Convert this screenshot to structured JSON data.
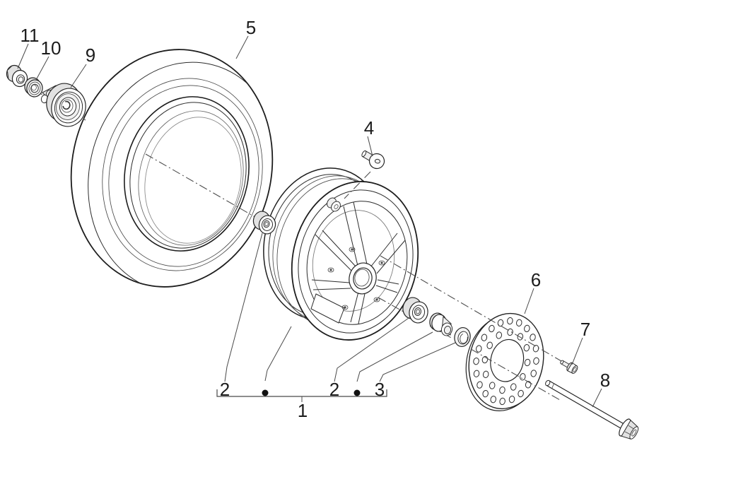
{
  "diagram": {
    "type": "exploded-parts-diagram",
    "subject": "front wheel assembly",
    "background_color": "#ffffff",
    "line_color": "#1d1d1d",
    "leader_color": "#4a4a4a",
    "callouts": {
      "c1": {
        "label": "1"
      },
      "c2a": {
        "label": "2"
      },
      "c2b": {
        "label": "2"
      },
      "c3": {
        "label": "3"
      },
      "c4": {
        "label": "4"
      },
      "c5": {
        "label": "5"
      },
      "c6": {
        "label": "6"
      },
      "c7": {
        "label": "7"
      },
      "c8": {
        "label": "8"
      },
      "c9": {
        "label": "9"
      },
      "c10": {
        "label": "10"
      },
      "c11": {
        "label": "11"
      }
    }
  }
}
